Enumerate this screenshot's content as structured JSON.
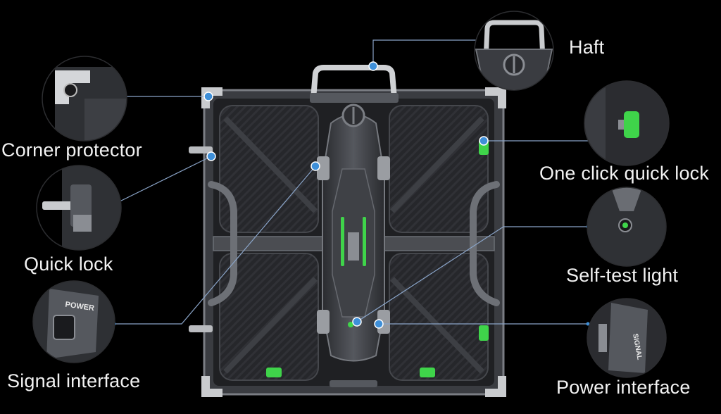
{
  "labels": {
    "haft": "Haft",
    "corner_protector": "Corner protector",
    "one_click_quick_lock": "One click quick lock",
    "quick_lock": "Quick lock",
    "self_test_light": "Self-test light",
    "signal_interface": "Signal interface",
    "power_interface": "Power interface"
  },
  "inset_text": {
    "power": "POWER",
    "signal": "SIGNAL"
  },
  "colors": {
    "background": "#000000",
    "leader_line": "#8aa4c8",
    "callout_dot": "#3e8fd8",
    "indicator_green": "#3fd44a",
    "panel_body": "#2a2b2f",
    "frame_metal": "#5b5e64"
  }
}
